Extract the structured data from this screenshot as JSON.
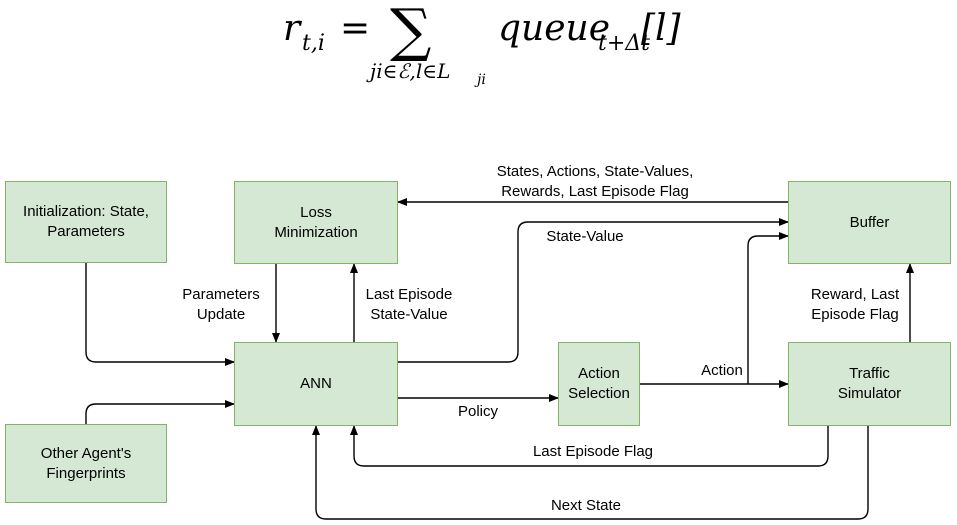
{
  "formula": {
    "lhs_base": "r",
    "lhs_sub": "t,i",
    "equals": "=",
    "sum_symbol": "∑",
    "sum_sub": "ji∈ℰ,l∈L",
    "sum_sub_sub": "ji",
    "term_base": "queue",
    "term_sub": "t+Δt",
    "term_index": "[l]"
  },
  "boxes": {
    "init": [
      "Initialization: State,",
      "Parameters"
    ],
    "loss": [
      "Loss",
      "Minimization"
    ],
    "buffer": "Buffer",
    "ann": "ANN",
    "action_selection": [
      "Action",
      "Selection"
    ],
    "traffic_simulator": [
      "Traffic",
      "Simulator"
    ],
    "other_agent": [
      "Other Agent's",
      "Fingerprints"
    ]
  },
  "labels": {
    "to_loss": [
      "States, Actions, State-Values,",
      "Rewards, Last Episode Flag"
    ],
    "state_value": "State-Value",
    "params_update": [
      "Parameters",
      "Update"
    ],
    "last_episode_state_value": [
      "Last Episode",
      "State-Value"
    ],
    "reward_last": [
      "Reward, Last",
      "Episode Flag"
    ],
    "action": "Action",
    "policy": "Policy",
    "last_episode_flag": "Last Episode Flag",
    "next_state": "Next State"
  },
  "colors": {
    "box_fill": "#d5e8d4",
    "box_border": "#82b366",
    "line": "#000000"
  }
}
